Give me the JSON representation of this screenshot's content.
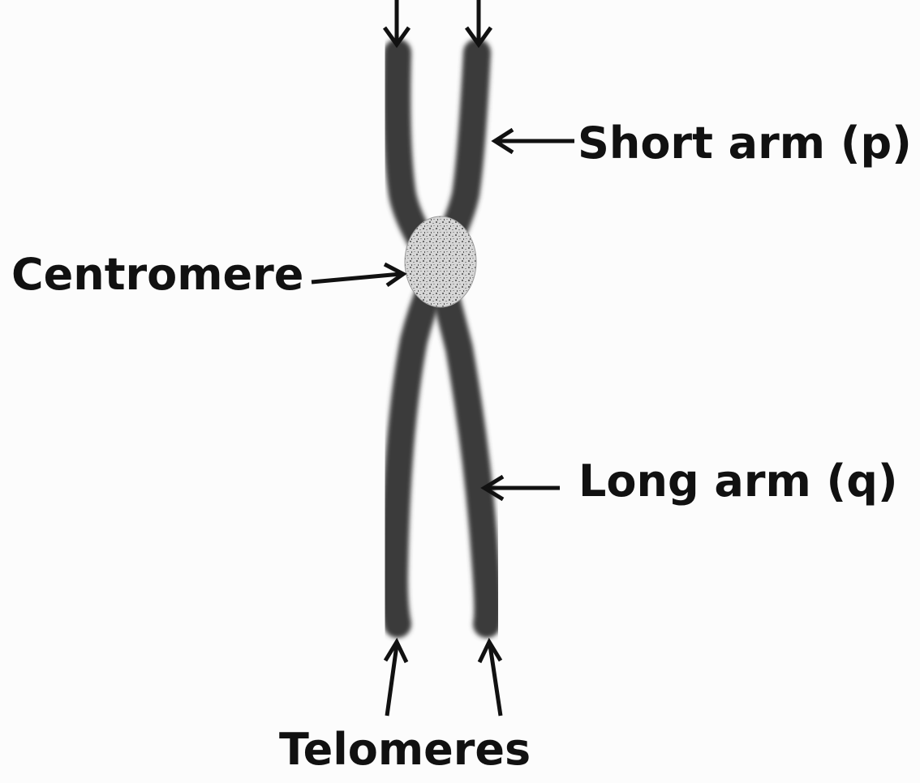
{
  "labels": {
    "short_arm": "Short arm (p)",
    "centromere": "Centromere",
    "long_arm": "Long arm (q)",
    "telomeres": "Telomeres"
  },
  "colors": {
    "chromatid": "#3a3a3a",
    "arrow": "#111111",
    "centromere": "#c9c9c9",
    "text": "#111111"
  }
}
